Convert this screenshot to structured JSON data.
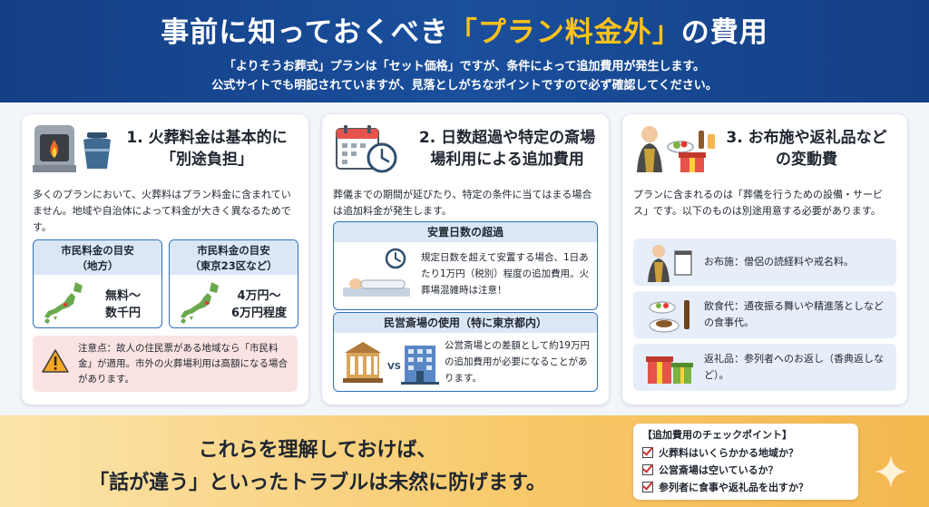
{
  "header": {
    "title_pre": "事前に知っておくべき",
    "title_highlight": "「プラン料金外」",
    "title_post": "の費用",
    "subtitle_line1": "「よりそうお葬式」プランは「セット価格」ですが、条件によって追加費用が発生します。",
    "subtitle_line2": "公式サイトでも明記されていますが、見落としがちなポイントですので必ず確認してください。"
  },
  "panel1": {
    "title_line1": "1. 火葬料金は基本的に",
    "title_line2": "「別途負担」",
    "description": "多くのプランにおいて、火葬料はプラン料金に含まれていません。地域や自治体によって料金が大きく異なるためです。",
    "box_local": {
      "heading_line1": "市民料金の目安",
      "heading_line2": "（地方）",
      "value_line1": "無料〜",
      "value_line2": "数千円"
    },
    "box_tokyo": {
      "heading_line1": "市民料金の目安",
      "heading_line2": "（東京23区など）",
      "value_line1": "4万円〜",
      "value_line2": "6万円程度"
    },
    "note": "注意点：故人の住民票がある地域なら「市民料金」が適用。市外の火葬場利用は高額になる場合があります。"
  },
  "panel2": {
    "title_line1": "2. 日数超過や特定の斎場",
    "title_line2": "場利用による追加費用",
    "description": "葬儀までの期間が延びたり、特定の条件に当てはまる場合は追加料金が発生します。",
    "box_days": {
      "heading": "安置日数の超過",
      "text": "規定日数を超えて安置する場合、1日あたり1万円（税別）程度の追加費用。火葬場混雑時は注意！"
    },
    "box_private": {
      "heading": "民営斎場の使用（特に東京都内）",
      "vs_label": "VS",
      "text": "公営斎場との差額として約19万円の追加費用が必要になることがあります。"
    }
  },
  "panel3": {
    "title_line1": "3. お布施や返礼品など",
    "title_line2": "の変動費",
    "description": "プランに含まれるのは「葬儀を行うための設備・サービス」です。以下のものは別途用意する必要があります。",
    "items": [
      {
        "text": "お布施：僧侶の読経料や戒名料。"
      },
      {
        "text": "飲食代：通夜振る舞いや精進落としなどの食事代。"
      },
      {
        "text": "返礼品：参列者へのお返し（香典返しなど）。"
      }
    ]
  },
  "bottom": {
    "message_line1": "これらを理解しておけば、",
    "message_line2": "「話が違う」といったトラブルは未然に防げます。"
  },
  "checklist": {
    "heading": "【追加費用のチェックポイント】",
    "items": [
      "火葬料はいくらかかる地域か？",
      "公営斎場は空いているか？",
      "参列者に食事や返礼品を出すか？"
    ]
  },
  "colors": {
    "header_blue": "#1a4f9c",
    "highlight_yellow": "#ffc21a",
    "accent_blue": "#2f6fbf",
    "warning_bg": "#fbe3e1",
    "bottom_orange": "#f7c766"
  },
  "icons": {
    "panel1": "cremation-furnace-and-urn-icon",
    "panel2": "calendar-and-clock-icon",
    "panel3": "monk-food-gift-icon",
    "warning": "warning-triangle-icon",
    "japan_map": "japan-map-icon",
    "sparkle": "sparkle-icon"
  }
}
